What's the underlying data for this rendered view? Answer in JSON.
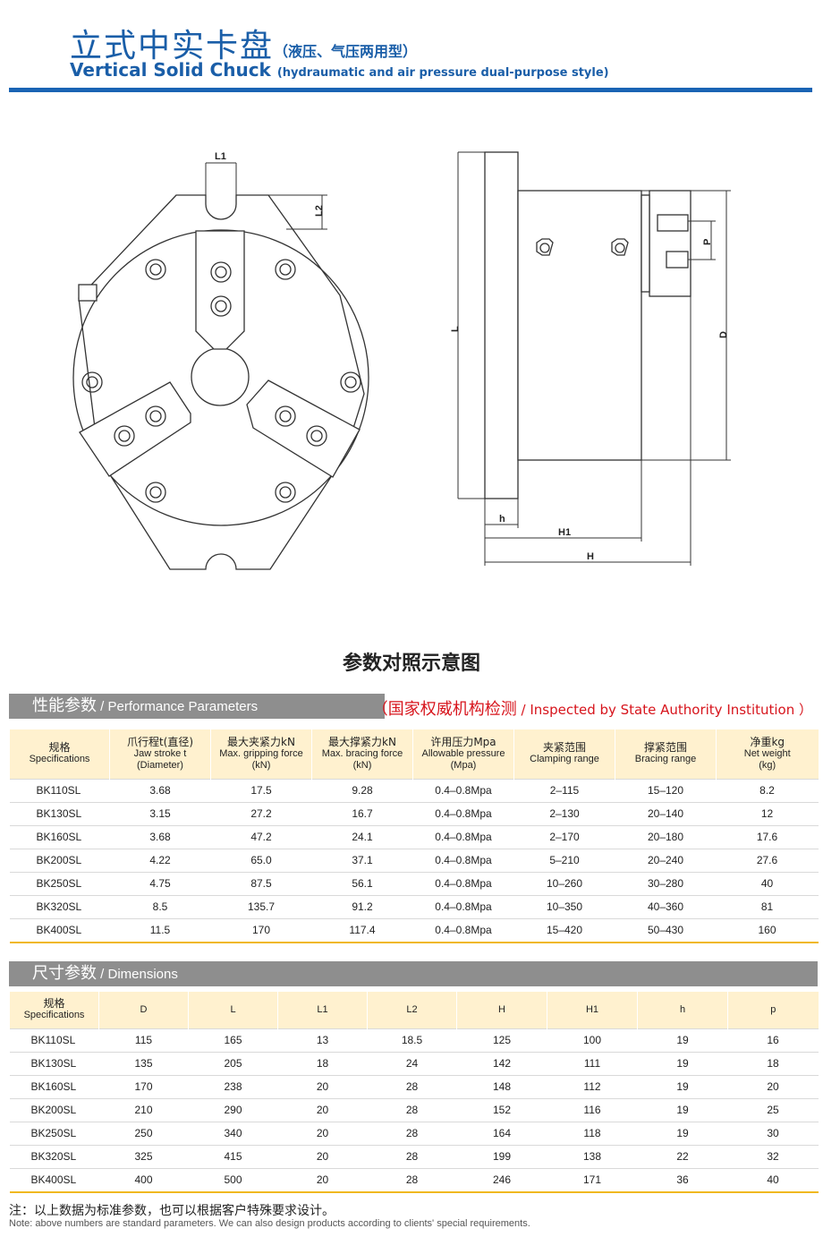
{
  "header": {
    "title_cn": "立式中实卡盘",
    "title_cn_sub": "（液压、气压两用型）",
    "title_en": "Vertical Solid Chuck",
    "title_en_sub": "(hydraumatic and air pressure dual-purpose style)"
  },
  "diagram": {
    "caption": "参数对照示意图",
    "labels": {
      "L1": "L1",
      "L2": "L2",
      "L": "L",
      "P": "P",
      "D": "D",
      "h": "h",
      "H1": "H1",
      "H": "H"
    }
  },
  "performance": {
    "title_cn": "性能参数",
    "title_en": "/ Performance Parameters",
    "inspected_cn": "（国家权威机构检测",
    "inspected_en": "/ Inspected by State Authority Institution ）",
    "headers": [
      {
        "cn": "规格",
        "en": "Specifications",
        "unit": ""
      },
      {
        "cn": "爪行程t(直径)",
        "en": "Jaw stroke t",
        "unit": "(Diameter)"
      },
      {
        "cn": "最大夹紧力kN",
        "en": "Max. gripping force",
        "unit": "(kN)"
      },
      {
        "cn": "最大撑紧力kN",
        "en": "Max. bracing force",
        "unit": "(kN)"
      },
      {
        "cn": "许用压力Mpa",
        "en": "Allowable pressure",
        "unit": "(Mpa)"
      },
      {
        "cn": "夹紧范围",
        "en": "Clamping range",
        "unit": ""
      },
      {
        "cn": "撑紧范围",
        "en": "Bracing range",
        "unit": ""
      },
      {
        "cn": "净重kg",
        "en": "Net weight",
        "unit": "(kg)"
      }
    ],
    "rows": [
      [
        "BK110SL",
        "3.68",
        "17.5",
        "9.28",
        "0.4–0.8Mpa",
        "2–115",
        "15–120",
        "8.2"
      ],
      [
        "BK130SL",
        "3.15",
        "27.2",
        "16.7",
        "0.4–0.8Mpa",
        "2–130",
        "20–140",
        "12"
      ],
      [
        "BK160SL",
        "3.68",
        "47.2",
        "24.1",
        "0.4–0.8Mpa",
        "2–170",
        "20–180",
        "17.6"
      ],
      [
        "BK200SL",
        "4.22",
        "65.0",
        "37.1",
        "0.4–0.8Mpa",
        "5–210",
        "20–240",
        "27.6"
      ],
      [
        "BK250SL",
        "4.75",
        "87.5",
        "56.1",
        "0.4–0.8Mpa",
        "10–260",
        "30–280",
        "40"
      ],
      [
        "BK320SL",
        "8.5",
        "135.7",
        "91.2",
        "0.4–0.8Mpa",
        "10–350",
        "40–360",
        "81"
      ],
      [
        "BK400SL",
        "11.5",
        "170",
        "117.4",
        "0.4–0.8Mpa",
        "15–420",
        "50–430",
        "160"
      ]
    ]
  },
  "dimensions": {
    "title_cn": "尺寸参数",
    "title_en": "/ Dimensions",
    "headers": [
      {
        "cn": "规格",
        "en": "Specifications"
      },
      {
        "cn": "",
        "en": "D"
      },
      {
        "cn": "",
        "en": "L"
      },
      {
        "cn": "",
        "en": "L1"
      },
      {
        "cn": "",
        "en": "L2"
      },
      {
        "cn": "",
        "en": "H"
      },
      {
        "cn": "",
        "en": "H1"
      },
      {
        "cn": "",
        "en": "h"
      },
      {
        "cn": "",
        "en": "p"
      }
    ],
    "rows": [
      [
        "BK110SL",
        "115",
        "165",
        "13",
        "18.5",
        "125",
        "100",
        "19",
        "16"
      ],
      [
        "BK130SL",
        "135",
        "205",
        "18",
        "24",
        "142",
        "111",
        "19",
        "18"
      ],
      [
        "BK160SL",
        "170",
        "238",
        "20",
        "28",
        "148",
        "112",
        "19",
        "20"
      ],
      [
        "BK200SL",
        "210",
        "290",
        "20",
        "28",
        "152",
        "116",
        "19",
        "25"
      ],
      [
        "BK250SL",
        "250",
        "340",
        "20",
        "28",
        "164",
        "118",
        "19",
        "30"
      ],
      [
        "BK320SL",
        "325",
        "415",
        "20",
        "28",
        "199",
        "138",
        "22",
        "32"
      ],
      [
        "BK400SL",
        "400",
        "500",
        "20",
        "28",
        "246",
        "171",
        "36",
        "40"
      ]
    ]
  },
  "note": {
    "cn": "注：以上数据为标准参数，也可以根据客户特殊要求设计。",
    "en": "Note: above numbers are standard parameters. We can also design products according to clients' special requirements."
  },
  "colors": {
    "brand_blue": "#1a64b4",
    "accent_red": "#d7141c",
    "header_bg": "#fff1cf",
    "section_gray": "#8e8e8e",
    "rule_gold": "#f0b820"
  }
}
